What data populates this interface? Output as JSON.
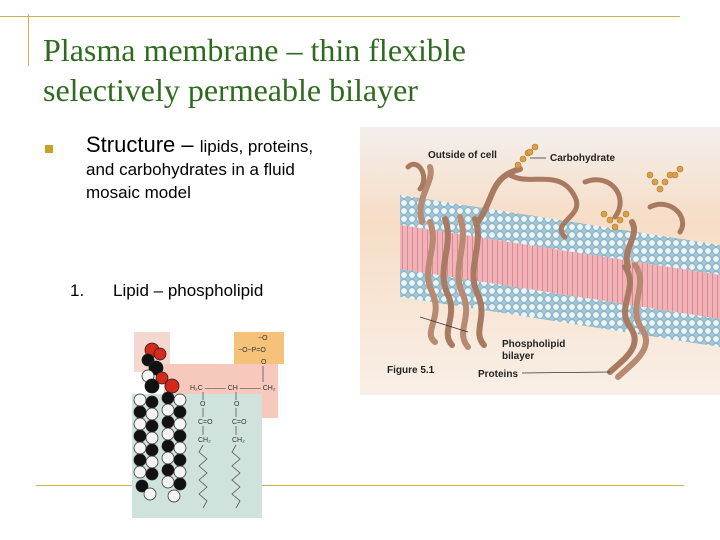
{
  "slide": {
    "title_line1": "Plasma membrane – thin flexible",
    "title_line2": "selectively permeable bilayer",
    "bullet": {
      "head": "Structure – ",
      "body": "lipids, proteins, and carbohydrates in a fluid mosaic model"
    },
    "numbered": {
      "number": "1.",
      "text": "Lipid – phospholipid"
    }
  },
  "figure_membrane": {
    "label_outside": "Outside of cell",
    "label_carbohydrate": "Carbohydrate",
    "label_phospholipid_1": "Phospholipid",
    "label_phospholipid_2": "bilayer",
    "label_figure": "Figure 5.1",
    "label_proteins": "Proteins"
  },
  "figure_phospholipid": {
    "phosphate_o_top": "−O",
    "phosphate_row": "−O−P=O",
    "phosphate_o_bottom": "O",
    "glycerol_row": "H₂C ——— CH ——— CH₂",
    "ester_o": "O",
    "carbonyl_row": "C=O",
    "ch2": "CH₂"
  },
  "colors": {
    "title": "#2f6b1f",
    "accent_rule": "#c9b152",
    "bullet": "#c8a224",
    "membrane_pink": "#e8a0a8",
    "head_blue": "#cfe6ee",
    "protein_brown": "#a87a62",
    "carbohydrate": "#d9a04a"
  }
}
